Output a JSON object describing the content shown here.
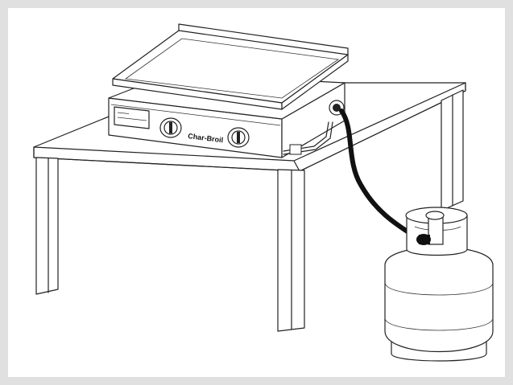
{
  "illustration": {
    "brand_label": "Char-Broil"
  },
  "colors": {
    "frame": "#e0e0e0",
    "panel": "#ffffff",
    "line": "#222222",
    "hose": "#111111"
  },
  "icons": [
    "table-drawing",
    "griddle-drawing",
    "control-knob-icon",
    "hose-drawing",
    "propane-tank-drawing"
  ]
}
